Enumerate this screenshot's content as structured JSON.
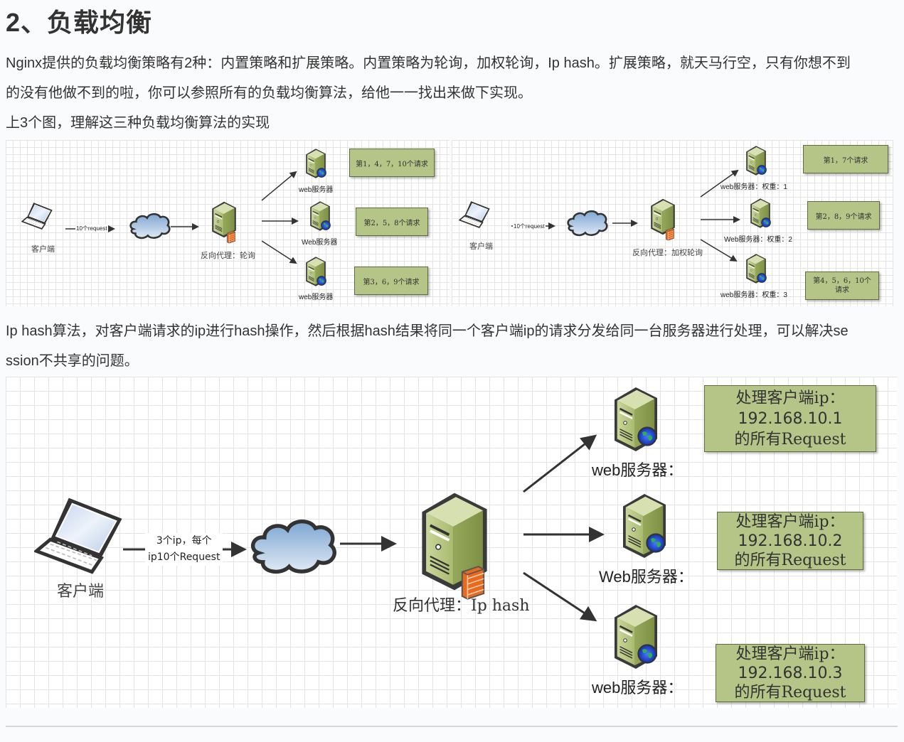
{
  "heading": "2、负载均衡",
  "paragraphs": {
    "intro_line1": "Nginx提供的负载均衡策略有2种：内置策略和扩展策略。内置策略为轮询，加权轮询，Ip hash。扩展策略，就天马行空，只有你想不到",
    "intro_line2": "的没有他做不到的啦，你可以参照所有的负载均衡算法，给他一一找出来做下实现。",
    "intro_line3": "上3个图，理解这三种负载均衡算法的实现",
    "iphash_line1": "Ip hash算法，对客户端请求的ip进行hash操作，然后根据hash结果将同一个客户端ip的请求分发给同一台服务器进行处理，可以解决se",
    "iphash_line2": "ssion不共享的问题。"
  },
  "diagram_round_robin": {
    "client_label": "客户端",
    "request_label": "10个request",
    "proxy_label": "反向代理：轮询",
    "servers": [
      {
        "label": "web服务器",
        "requests": "第1，4，7，10个请求"
      },
      {
        "label": "Web服务器",
        "requests": "第2，5，8个请求"
      },
      {
        "label": "web服务器",
        "requests": "第3，6，9个请求"
      }
    ]
  },
  "diagram_weighted": {
    "client_label": "客户端",
    "request_label": "10个request",
    "proxy_label": "反向代理：加权轮询",
    "servers": [
      {
        "label": "web服务器：权重：1",
        "requests": "第1，7个请求"
      },
      {
        "label": "Web服务器：权重：2",
        "requests": "第2，8，9个请求"
      },
      {
        "label": "web服务器：权重：3",
        "requests": "第4，5，6，10个请求"
      }
    ]
  },
  "diagram_iphash": {
    "client_label": "客户端",
    "request_label_line1": "3个ip，每个",
    "request_label_line2": "ip10个Request",
    "proxy_label": "反向代理：Ip hash",
    "servers": [
      {
        "label": "web服务器：",
        "line1": "处理客户端ip：",
        "line2": "192.168.10.1",
        "line3": "的所有Request"
      },
      {
        "label": "Web服务器：",
        "line1": "处理客户端ip：",
        "line2": "192.168.10.2",
        "line3": "的所有Request"
      },
      {
        "label": "web服务器：",
        "line1": "处理客户端ip：",
        "line2": "192.168.10.3",
        "line3": "的所有Request"
      }
    ]
  },
  "colors": {
    "server_green": "#a3b56b",
    "box_green": "#b5c487",
    "cloud_blue": "#8fb3d9",
    "firewall_orange": "#f08a3c"
  }
}
